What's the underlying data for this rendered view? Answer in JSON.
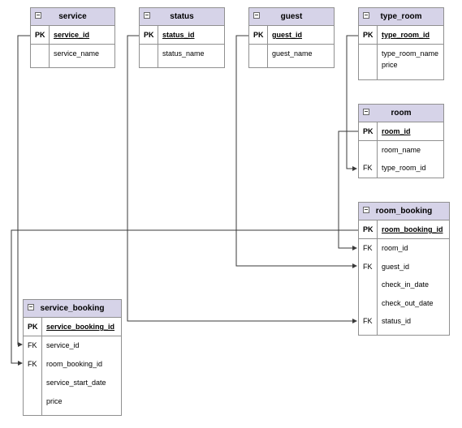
{
  "tables": {
    "service": {
      "name": "service",
      "pk": {
        "key": "PK",
        "field": "service_id"
      },
      "rows": [
        {
          "key": "",
          "field": "service_name"
        }
      ]
    },
    "status": {
      "name": "status",
      "pk": {
        "key": "PK",
        "field": "status_id"
      },
      "rows": [
        {
          "key": "",
          "field": "status_name"
        }
      ]
    },
    "guest": {
      "name": "guest",
      "pk": {
        "key": "PK",
        "field": "guest_id"
      },
      "rows": [
        {
          "key": "",
          "field": "guest_name"
        }
      ]
    },
    "type_room": {
      "name": "type_room",
      "pk": {
        "key": "PK",
        "field": "type_room_id"
      },
      "rows": [
        {
          "key": "",
          "field": "type_room_name"
        },
        {
          "key": "",
          "field": "price"
        }
      ]
    },
    "room": {
      "name": "room",
      "pk": {
        "key": "PK",
        "field": "room_id"
      },
      "rows": [
        {
          "key": "",
          "field": "room_name"
        },
        {
          "key": "FK",
          "field": "type_room_id"
        }
      ]
    },
    "room_booking": {
      "name": "room_booking",
      "pk": {
        "key": "PK",
        "field": "room_booking_id"
      },
      "rows": [
        {
          "key": "FK",
          "field": "room_id"
        },
        {
          "key": "FK",
          "field": "guest_id"
        },
        {
          "key": "",
          "field": "check_in_date"
        },
        {
          "key": "",
          "field": "check_out_date"
        },
        {
          "key": "FK",
          "field": "status_id"
        }
      ]
    },
    "service_booking": {
      "name": "service_booking",
      "pk": {
        "key": "PK",
        "field": "service_booking_id"
      },
      "rows": [
        {
          "key": "FK",
          "field": "service_id"
        },
        {
          "key": "FK",
          "field": "room_booking_id"
        },
        {
          "key": "",
          "field": "service_start_date"
        },
        {
          "key": "",
          "field": "price"
        }
      ]
    }
  },
  "relations": [
    {
      "from": "service.service_id",
      "to": "service_booking.service_id"
    },
    {
      "from": "status.status_id",
      "to": "room_booking.status_id"
    },
    {
      "from": "guest.guest_id",
      "to": "room_booking.guest_id"
    },
    {
      "from": "type_room.type_room_id",
      "to": "room.type_room_id"
    },
    {
      "from": "room.room_id",
      "to": "room_booking.room_id"
    },
    {
      "from": "room_booking.room_booking_id",
      "to": "service_booking.room_booking_id"
    }
  ],
  "colors": {
    "header": "#d6d3e8",
    "border": "#909090",
    "line": "#3a3a3a"
  }
}
